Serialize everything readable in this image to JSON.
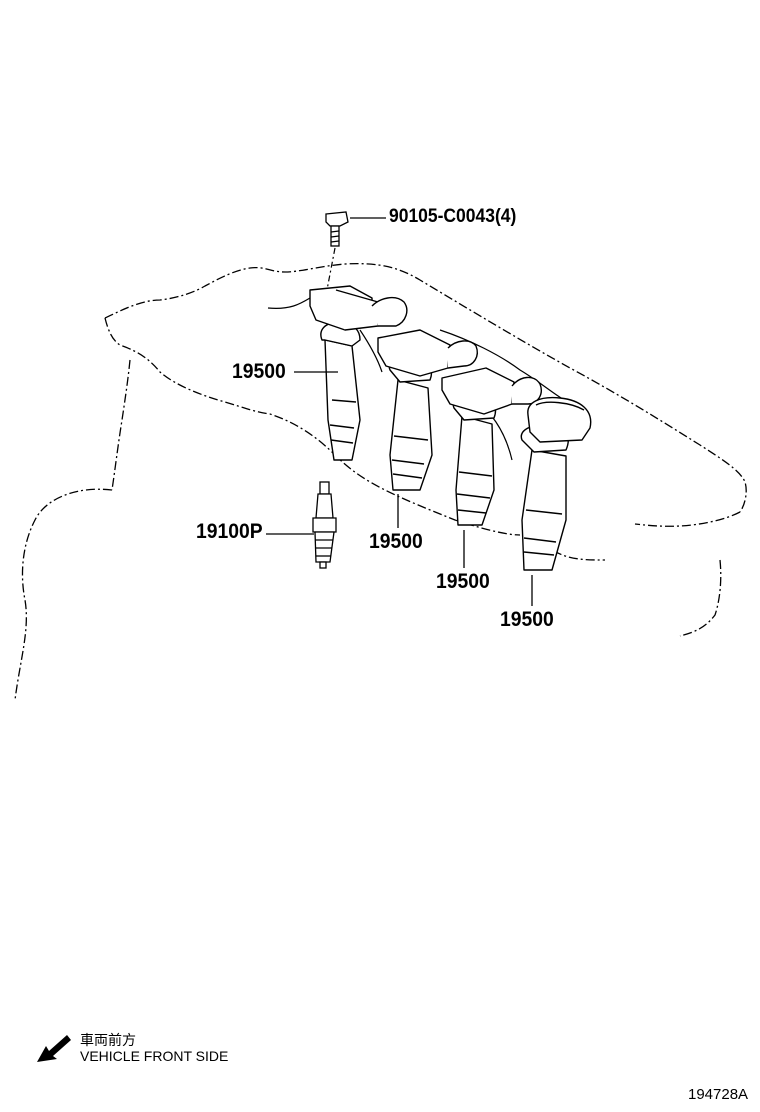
{
  "callouts": {
    "bolt": "90105-C0043(4)",
    "coil_1": "19500",
    "coil_2": "19500",
    "coil_3": "19500",
    "coil_4": "19500",
    "spark_plug": "19100P"
  },
  "legend": {
    "japanese": "車両前方",
    "english": "VEHICLE FRONT SIDE"
  },
  "reference": "194728A",
  "colors": {
    "line": "#000000",
    "background": "#ffffff"
  }
}
